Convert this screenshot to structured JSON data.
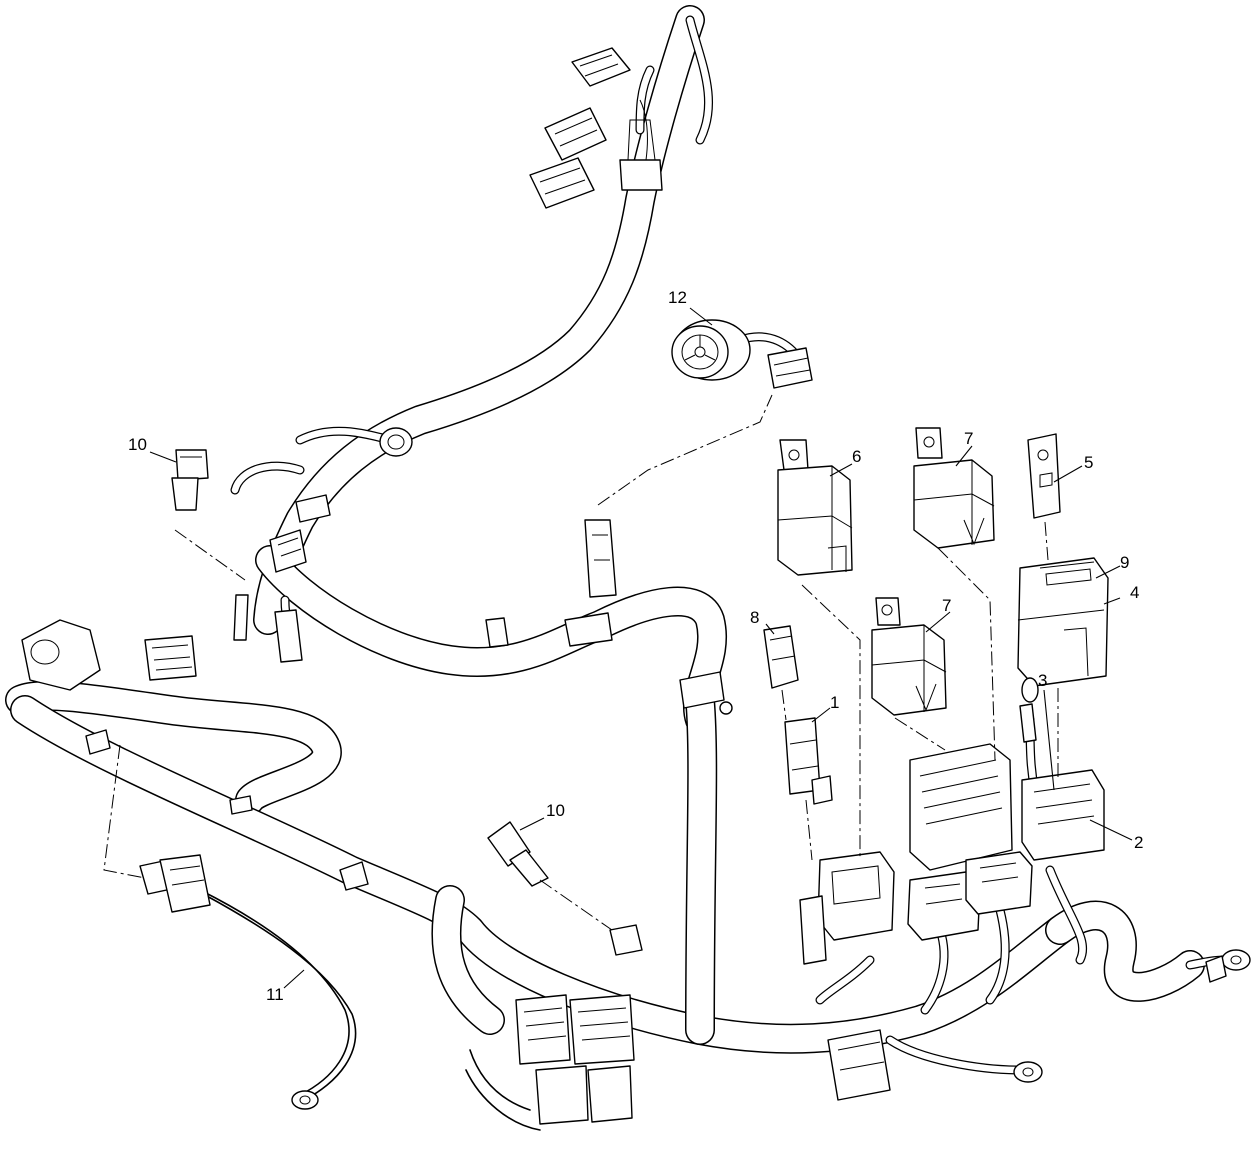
{
  "callouts": {
    "c1": "1",
    "c2": "2",
    "c3": "3",
    "c4": "4",
    "c5": "5",
    "c6": "6",
    "c7a": "7",
    "c7b": "7",
    "c8": "8",
    "c9": "9",
    "c10a": "10",
    "c10b": "10",
    "c11": "11",
    "c12": "12"
  }
}
